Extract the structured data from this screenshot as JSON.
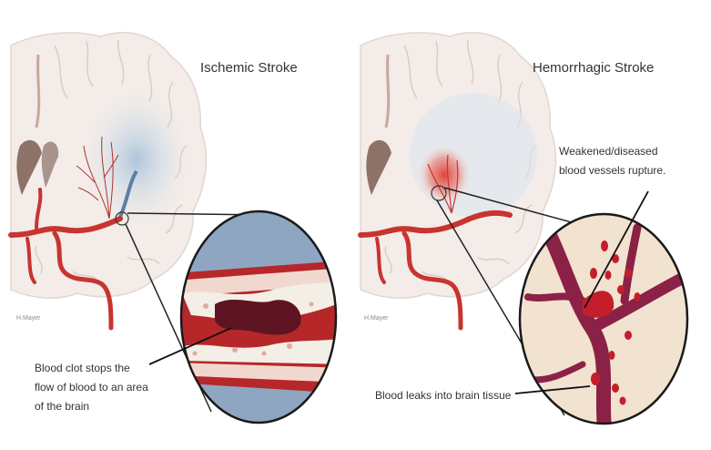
{
  "left_panel": {
    "title": "Ischemic Stroke",
    "signature": "H.Mayer",
    "callout_lines": [
      "Blood clot stops the",
      "flow of blood to an area",
      "of the brain"
    ]
  },
  "right_panel": {
    "title": "Hemorrhagic Stroke",
    "signature": "H.Mayer",
    "callout_top_lines": [
      "Weakened/diseased",
      "blood vessels rupture."
    ],
    "callout_bottom": "Blood leaks into brain tissue"
  },
  "colors": {
    "brain_tissue": "#f3ece8",
    "artery_red": "#c8342f",
    "vessel_maroon": "#8c2147",
    "clot_dark": "#5e1422",
    "ischemic_blue": "#b9cde0",
    "text": "#333333"
  }
}
